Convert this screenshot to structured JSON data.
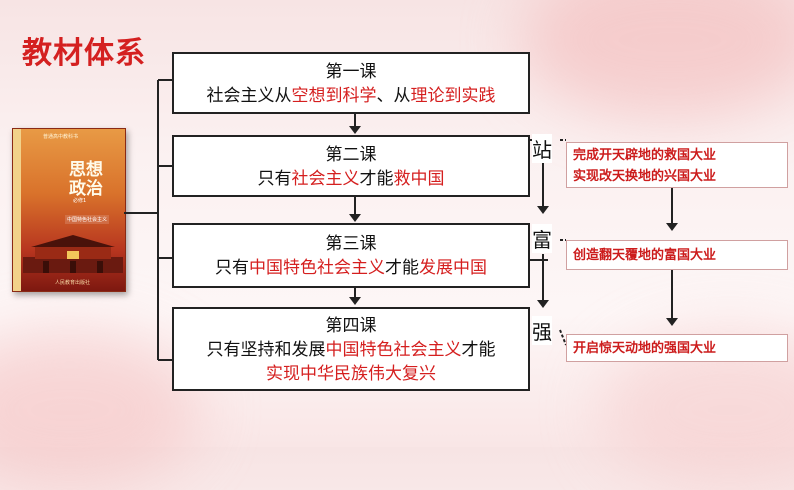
{
  "title": "教材体系",
  "book": {
    "series": "普通高中教科书",
    "title_line1": "思想",
    "title_line2": "政治",
    "grade": "必修1",
    "subtitle": "中国特色社会主义",
    "publisher": "人民教育出版社"
  },
  "lessons": [
    {
      "head": "第一课",
      "lines": [
        [
          {
            "t": "社会主义从",
            "hl": false
          },
          {
            "t": "空想到科学",
            "hl": true
          },
          {
            "t": "、从",
            "hl": false
          },
          {
            "t": "理论到实践",
            "hl": true
          }
        ]
      ]
    },
    {
      "head": "第二课",
      "lines": [
        [
          {
            "t": "只有",
            "hl": false
          },
          {
            "t": "社会主义",
            "hl": true
          },
          {
            "t": "才能",
            "hl": false
          },
          {
            "t": "救中国",
            "hl": true
          }
        ]
      ]
    },
    {
      "head": "第三课",
      "lines": [
        [
          {
            "t": "只有",
            "hl": false
          },
          {
            "t": "中国特色社会主义",
            "hl": true
          },
          {
            "t": "才能",
            "hl": false
          },
          {
            "t": "发展中国",
            "hl": true
          }
        ]
      ]
    },
    {
      "head": "第四课",
      "lines": [
        [
          {
            "t": "只有坚持和发展",
            "hl": false
          },
          {
            "t": "中国特色社会主义",
            "hl": true
          },
          {
            "t": "才能",
            "hl": false
          }
        ],
        [
          {
            "t": "实现中华民族伟大复兴",
            "hl": true
          }
        ]
      ]
    }
  ],
  "stages": [
    "站",
    "富",
    "强"
  ],
  "tasks": {
    "top_line1": "完成开天辟地的救国大业",
    "top_line2": "实现改天换地的兴国大业",
    "middle": "创造翻天覆地的富国大业",
    "bottom": "开启惊天动地的强国大业"
  }
}
